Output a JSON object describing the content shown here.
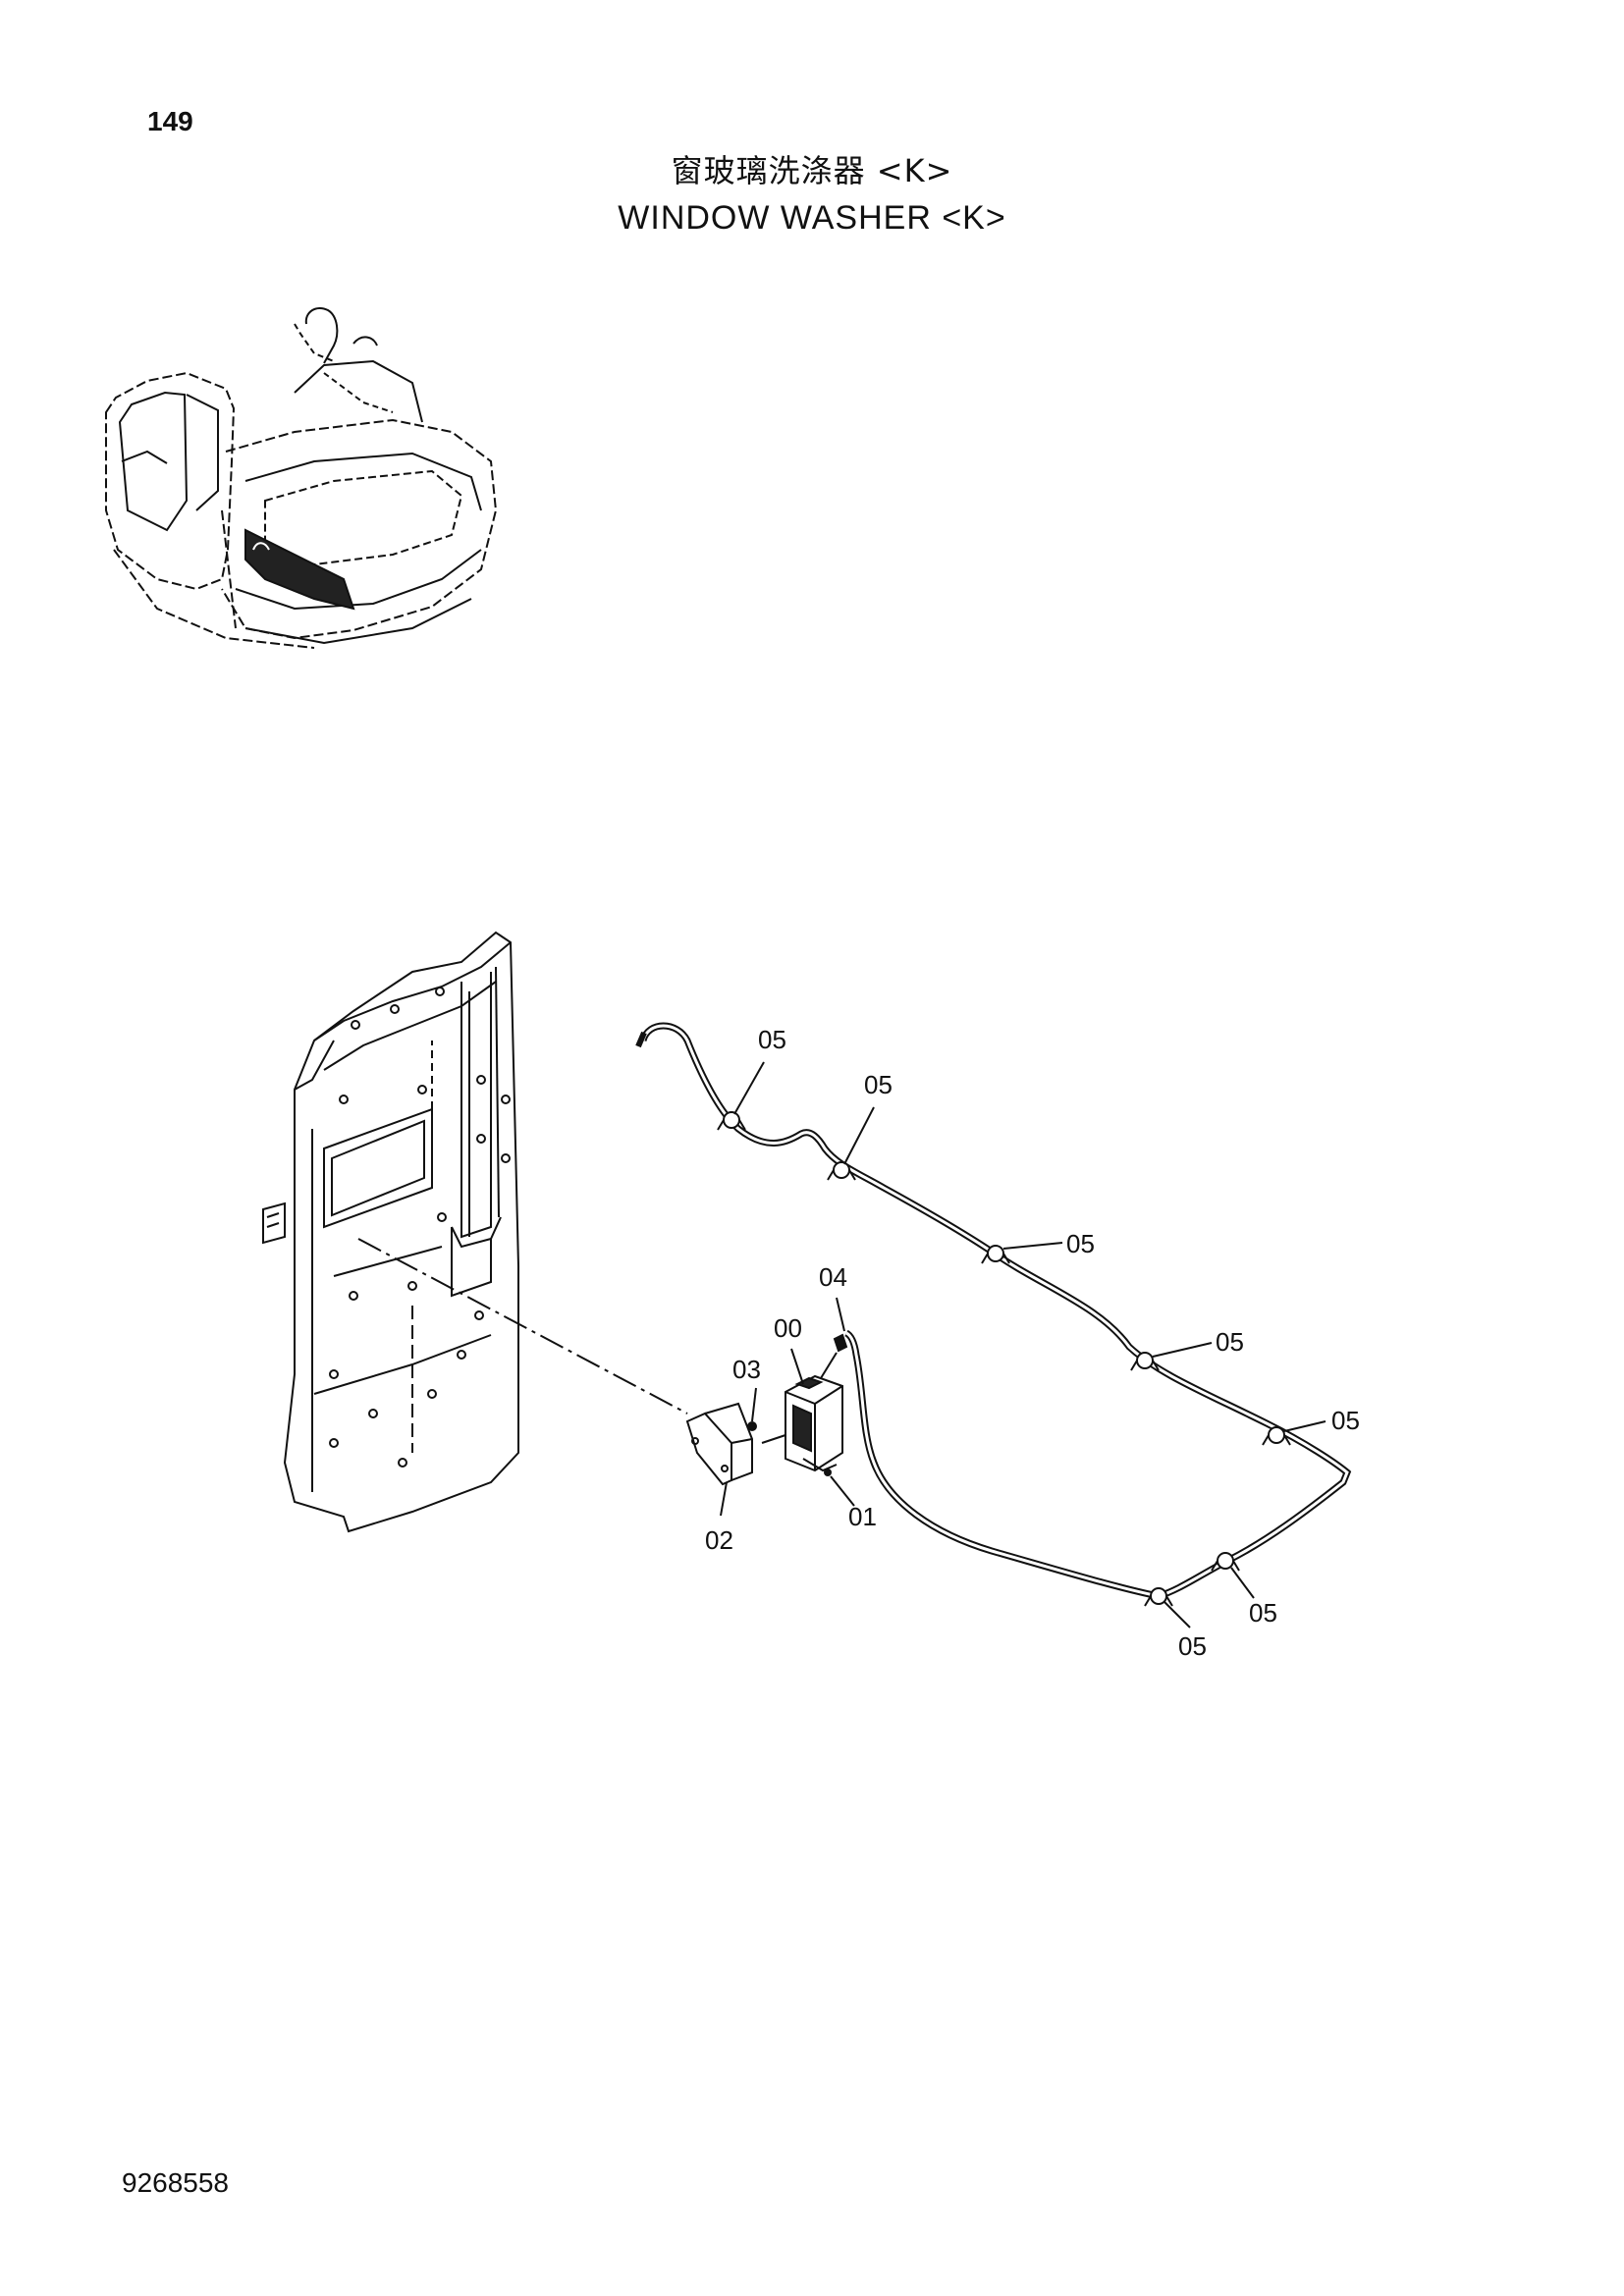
{
  "header": {
    "page_number": "149",
    "title_cn": "窗玻璃洗涤器 <K>",
    "title_en": "WINDOW WASHER <K>"
  },
  "footer": {
    "drawing_number": "9268558"
  },
  "callouts": {
    "part_00": "00",
    "part_01": "01",
    "part_02": "02",
    "part_03": "03",
    "part_04": "04",
    "part_05": "05"
  },
  "icons": {
    "key_map": "excavator-location-icon",
    "washer_tank": "washer-tank-icon",
    "bracket": "bracket-icon",
    "cab_panel": "cab-panel-icon",
    "hose": "washer-hose-icon",
    "clamp": "hose-clamp-icon"
  },
  "colors": {
    "ink": "#111111",
    "paper": "#ffffff"
  }
}
